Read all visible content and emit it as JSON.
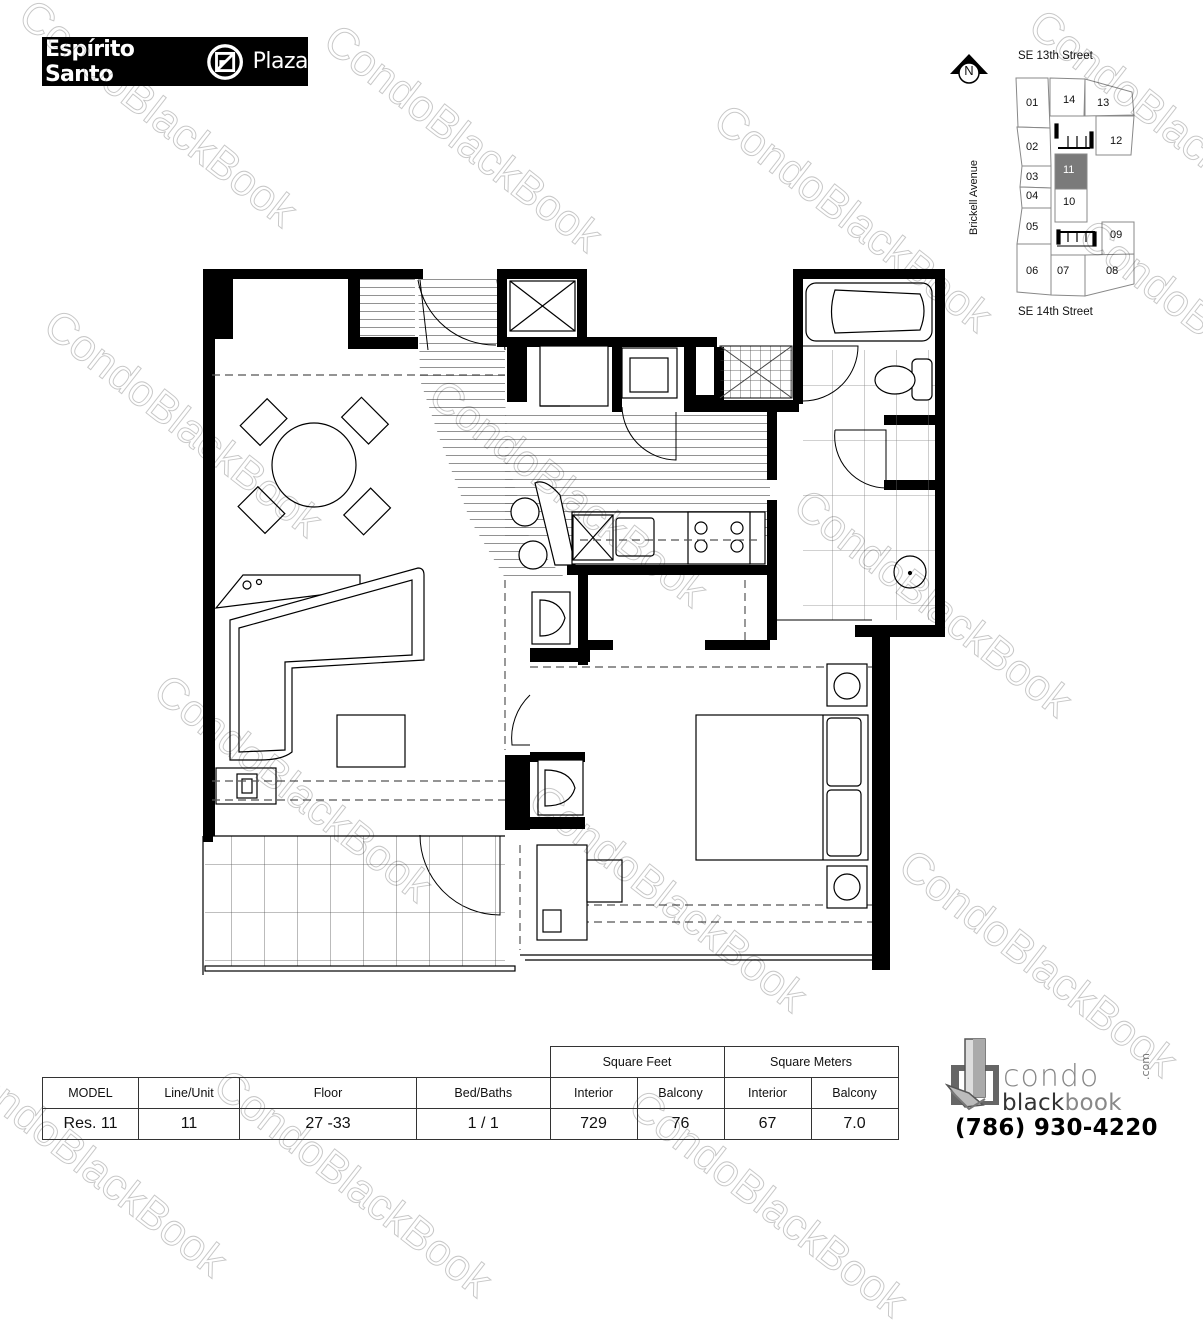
{
  "brand": {
    "name_left": "Espírito Santo",
    "name_right": "Plaza",
    "emblem": "espirito-santo-emblem-icon"
  },
  "keyplan": {
    "north_label": "N",
    "street_top": "SE 13th Street",
    "street_bottom": "SE 14th Street",
    "street_side": "Brickell Avenue",
    "highlight_color": "#7a7a7a",
    "units": [
      {
        "id": "01",
        "label": "01"
      },
      {
        "id": "02",
        "label": "02"
      },
      {
        "id": "03",
        "label": "03"
      },
      {
        "id": "04",
        "label": "04"
      },
      {
        "id": "05",
        "label": "05"
      },
      {
        "id": "06",
        "label": "06"
      },
      {
        "id": "07",
        "label": "07"
      },
      {
        "id": "08",
        "label": "08"
      },
      {
        "id": "09",
        "label": "09"
      },
      {
        "id": "10",
        "label": "10"
      },
      {
        "id": "11",
        "label": "11",
        "highlighted": true
      },
      {
        "id": "12",
        "label": "12"
      },
      {
        "id": "13",
        "label": "13"
      },
      {
        "id": "14",
        "label": "14"
      }
    ]
  },
  "watermark": {
    "text": "CondoBlackBook"
  },
  "specs": {
    "group_headers": {
      "square_feet": "Square Feet",
      "square_meters": "Square Meters"
    },
    "headers": {
      "model": "MODEL",
      "line_unit": "Line/Unit",
      "floor": "Floor",
      "bed_baths": "Bed/Baths",
      "sf_interior": "Interior",
      "sf_balcony": "Balcony",
      "sm_interior": "Interior",
      "sm_balcony": "Balcony"
    },
    "values": {
      "model": "Res. 11",
      "line_unit": "11",
      "floor": "27 -33",
      "bed_baths": "1 / 1",
      "sf_interior": "729",
      "sf_balcony": "76",
      "sm_interior": "67",
      "sm_balcony": "7.0"
    }
  },
  "condo_logo": {
    "condo": "condo",
    "black": "black",
    "book": "book",
    "dotcom": ".com",
    "phone": "(786) 930-4220"
  }
}
